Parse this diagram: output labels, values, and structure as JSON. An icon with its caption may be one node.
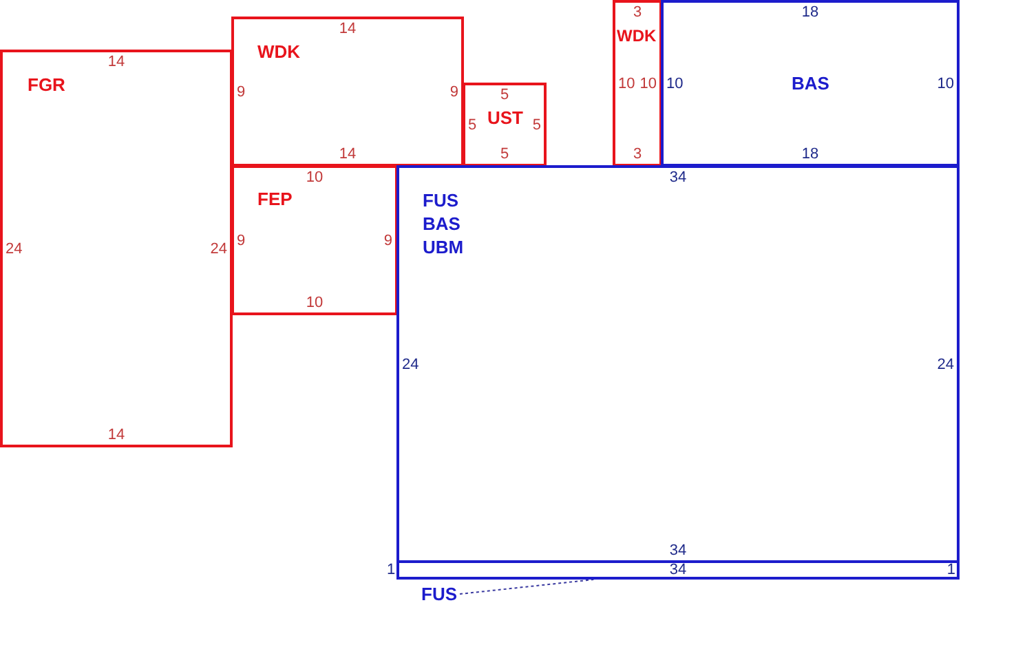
{
  "diagram": {
    "nodes": [
      {
        "text": [
          "FGR",
          "14",
          "24",
          "24",
          "14"
        ]
      },
      {
        "text": [
          "WDK",
          "14",
          "9",
          "9",
          "14"
        ]
      },
      {
        "text": [
          "UST",
          "5",
          "5",
          "5",
          "5"
        ]
      },
      {
        "text": [
          "WDK",
          "3",
          "10",
          "10",
          "3"
        ]
      },
      {
        "text": [
          "BAS",
          "18",
          "10",
          "10",
          "18"
        ]
      },
      {
        "text": [
          "FEP",
          "10",
          "9",
          "9",
          "10"
        ]
      },
      {
        "text": [
          "FUS",
          "BAS",
          "UBM",
          "34",
          "24",
          "24",
          "34"
        ]
      },
      {
        "text": [
          "1",
          "34",
          "1"
        ]
      },
      {
        "text": [
          "FUS"
        ]
      }
    ],
    "edges": [
      {
        "from": 8,
        "to": 7,
        "arrow": "none",
        "style": "dashed"
      }
    ]
  }
}
